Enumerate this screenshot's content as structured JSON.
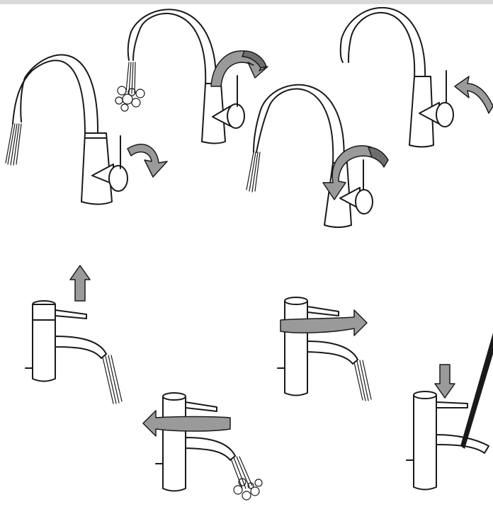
{
  "colors": {
    "background": "#ffffff",
    "top_bar": "#d9d9d9",
    "outline": "#1a1a1a",
    "arrow_light": "#9a9a9a",
    "arrow_dark": "#6e6e6e",
    "body_fill": "#ffffff"
  },
  "panels": [
    {
      "id": "pullout-open-warm",
      "icon": "pull-out-kitchen-faucet-lever-down"
    },
    {
      "id": "pullout-spray-mode",
      "icon": "pull-out-kitchen-faucet-spray-toggle"
    },
    {
      "id": "pullout-rotate-lever",
      "icon": "pull-out-kitchen-faucet-lever-sweep"
    },
    {
      "id": "pullout-close",
      "icon": "pull-out-kitchen-faucet-lever-back"
    },
    {
      "id": "basin-lift-lever",
      "icon": "basin-mixer-lever-up"
    },
    {
      "id": "basin-rotate-right",
      "icon": "basin-mixer-turn-right"
    },
    {
      "id": "basin-rotate-left",
      "icon": "basin-mixer-turn-left"
    },
    {
      "id": "basin-push-down",
      "icon": "basin-mixer-lever-down"
    }
  ]
}
